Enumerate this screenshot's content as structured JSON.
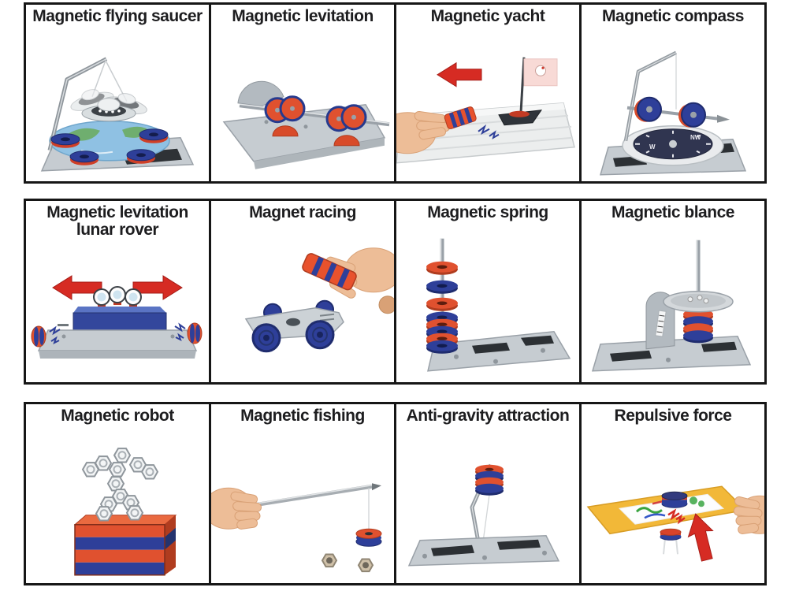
{
  "page": {
    "background": "#ffffff",
    "kind": "product-photo-collage"
  },
  "grid": {
    "rows": 3,
    "columns": 4,
    "panel_border_color": "#161616",
    "title_color": "#1d1d1f"
  },
  "colors": {
    "magnet_orange": "#e0512f",
    "magnet_blue": "#2e3f99",
    "base_gray": "#c6ccd1",
    "metal_gray": "#9aa1a8",
    "arrow_red": "#d62b23",
    "flag_pink": "#f8dad6",
    "board_yellow": "#f2b838",
    "skin": "#edbd97"
  },
  "panels": [
    {
      "title": "Magnetic flying saucer",
      "photo": "magnetic-flying-saucer-photo"
    },
    {
      "title": "Magnetic levitation",
      "photo": "magnetic-levitation-photo"
    },
    {
      "title": "Magnetic yacht",
      "photo": "magnetic-yacht-photo"
    },
    {
      "title": "Magnetic compass",
      "photo": "magnetic-compass-photo",
      "dial_labels": [
        "NW",
        "W"
      ]
    },
    {
      "title": "Magnetic levitation lunar rover",
      "photo": "magnetic-levitation-lunar-rover-photo"
    },
    {
      "title": "Magnet racing",
      "photo": "magnet-racing-photo"
    },
    {
      "title": "Magnetic spring",
      "photo": "magnetic-spring-photo"
    },
    {
      "title": "Magnetic blance",
      "photo": "magnetic-balance-photo"
    },
    {
      "title": "Magnetic robot",
      "photo": "magnetic-robot-photo"
    },
    {
      "title": "Magnetic fishing",
      "photo": "magnetic-fishing-photo"
    },
    {
      "title": "Anti-gravity attraction",
      "photo": "anti-gravity-attraction-photo"
    },
    {
      "title": "Repulsive force",
      "photo": "repulsive-force-photo"
    }
  ]
}
